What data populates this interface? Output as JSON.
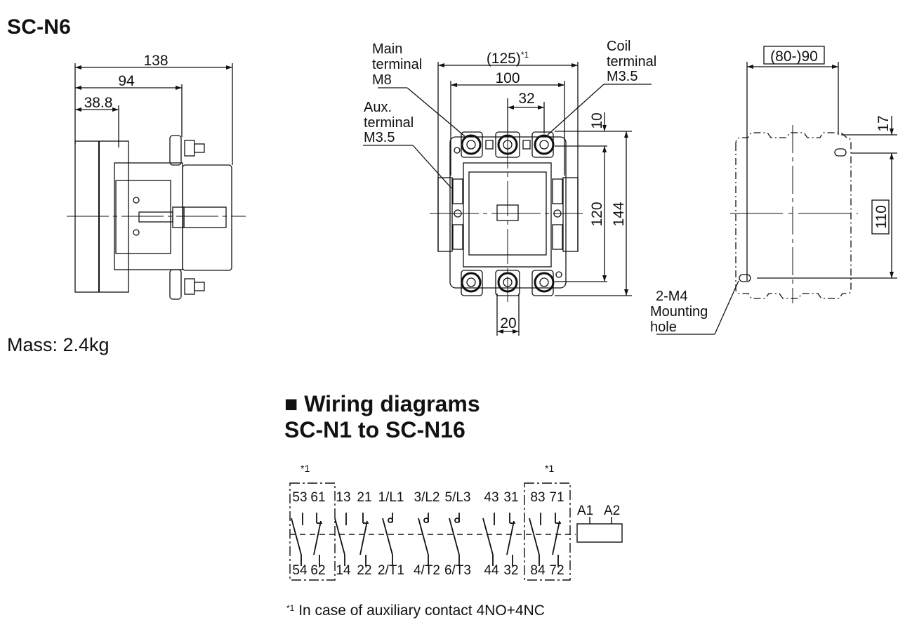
{
  "page": {
    "model_title": "SC-N6",
    "mass": "Mass: 2.4kg"
  },
  "side_view": {
    "dim_overall": "138",
    "dim_mid": "94",
    "dim_front": "38.8"
  },
  "front_view": {
    "dim_overall_width": "(125)",
    "dim_overall_width_note": "*1",
    "dim_width": "100",
    "dim_pitch": "32",
    "dim_top_offset": "10",
    "dim_inner_height": "120",
    "dim_overall_height": "144",
    "dim_bottom_pitch": "20",
    "labels": {
      "main_terminal": [
        "Main",
        "terminal",
        "M8"
      ],
      "aux_terminal": [
        "Aux.",
        "terminal",
        "M3.5"
      ],
      "coil_terminal": [
        "Coil",
        "terminal",
        "M3.5"
      ]
    }
  },
  "mounting_view": {
    "dim_hole_spacing_h": "(80-)90",
    "dim_top_offset": "17",
    "dim_hole_spacing_v": "110",
    "hole_label": [
      "2-M4",
      "Mounting",
      "hole"
    ]
  },
  "wiring": {
    "heading_line1": "■ Wiring diagrams",
    "heading_line2": "SC-N1 to SC-N16",
    "note_mark": "*1",
    "top_terminals": [
      "53",
      "61",
      "13",
      "21",
      "1/L1",
      "3/L2",
      "5/L3",
      "43",
      "31",
      "83",
      "71"
    ],
    "bottom_terminals": [
      "54",
      "62",
      "14",
      "22",
      "2/T1",
      "4/T2",
      "6/T3",
      "44",
      "32",
      "84",
      "72"
    ],
    "coil_terminals": [
      "A1",
      "A2"
    ],
    "footnote_mark": "*1",
    "footnote_text": "In case of auxiliary contact 4NO+4NC"
  }
}
